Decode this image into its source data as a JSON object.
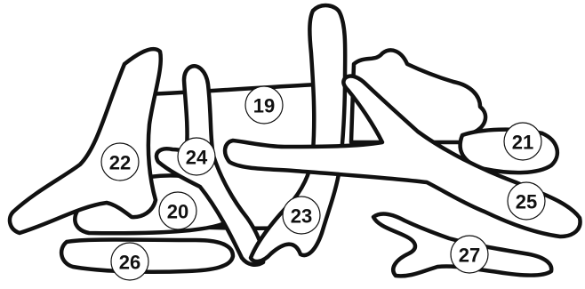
{
  "pieces": [
    {
      "id": "19",
      "label": "19"
    },
    {
      "id": "20",
      "label": "20"
    },
    {
      "id": "21",
      "label": "21"
    },
    {
      "id": "22",
      "label": "22"
    },
    {
      "id": "23",
      "label": "23"
    },
    {
      "id": "24",
      "label": "24"
    },
    {
      "id": "25",
      "label": "25"
    },
    {
      "id": "26",
      "label": "26"
    },
    {
      "id": "27",
      "label": "27"
    }
  ],
  "colors": {
    "outline": "#111111",
    "fill": "#ffffff",
    "background": "#ffffff"
  }
}
